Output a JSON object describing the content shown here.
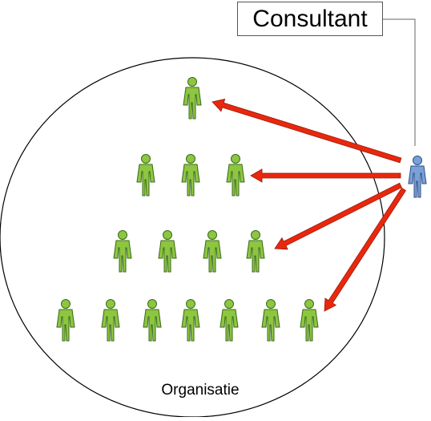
{
  "diagram": {
    "consultant_label": "Consultant",
    "organisation_label": "Organisatie",
    "colors": {
      "employee": "#8dc63f",
      "employee_stroke": "#3a6a1a",
      "consultant": "#7aa0d8",
      "consultant_stroke": "#2f4f85",
      "arrow": "#e8280e",
      "arrow_stroke": "#9a1a0a",
      "outline": "#000000"
    },
    "icons": {
      "employee": "person-icon",
      "consultant": "person-icon"
    },
    "pyramid_rows": [
      1,
      3,
      4,
      7
    ],
    "arrows_to_rows": [
      1,
      2,
      3,
      4
    ]
  }
}
